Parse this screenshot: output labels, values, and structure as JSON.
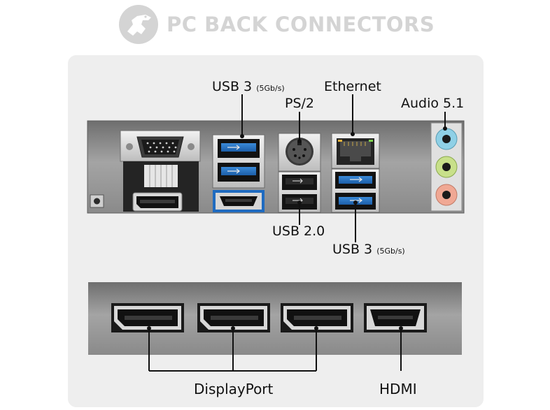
{
  "header": {
    "title": "PC BACK CONNECTORS"
  },
  "labels": {
    "usb3_top": {
      "name": "USB 3",
      "unit": "(5Gb/s)"
    },
    "ps2": "PS/2",
    "ethernet": "Ethernet",
    "audio": "Audio 5.1",
    "usb20": "USB 2.0",
    "usb3_bottom": {
      "name": "USB 3",
      "unit": "(5Gb/s)"
    },
    "displayport": "DisplayPort",
    "hdmi": "HDMI"
  },
  "colors": {
    "title": "#d4d4d4",
    "card": "#eeeeee",
    "panel": "#8e8e8e",
    "usb3_blue": "#2a74c8",
    "audio_blue": "#8fd0e6",
    "audio_green": "#c8e08a",
    "audio_pink": "#f0a894",
    "leader_line": "#111111"
  }
}
